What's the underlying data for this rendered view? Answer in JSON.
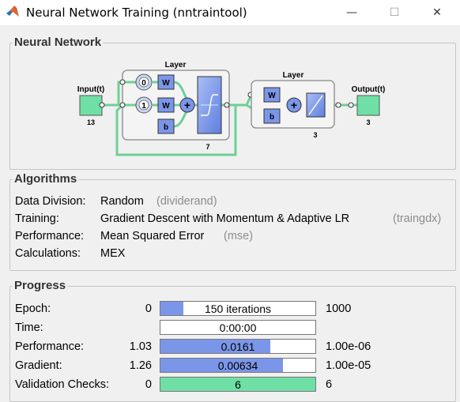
{
  "window": {
    "title": "Neural Network Training (nntraintool)",
    "minimize_glyph": "—",
    "maximize_glyph": "☐",
    "close_glyph": "✕",
    "icon": "matlab-logo-icon"
  },
  "network": {
    "section_title": "Neural Network",
    "input_label": "Input(t)",
    "input_size": "13",
    "hidden": {
      "title": "Layer",
      "delay0": "0",
      "delay1": "1",
      "w": "W",
      "b": "b",
      "size": "7"
    },
    "output_layer": {
      "title": "Layer",
      "w": "W",
      "b": "b",
      "size": "3"
    },
    "output_label": "Output(t)",
    "output_size": "3"
  },
  "algorithms": {
    "section_title": "Algorithms",
    "rows": [
      {
        "label": "Data Division:",
        "value": "Random",
        "fn": "(dividerand)"
      },
      {
        "label": "Training:",
        "value": "Gradient Descent with Momentum & Adaptive LR",
        "fn": "(traingdx)"
      },
      {
        "label": "Performance:",
        "value": "Mean Squared Error",
        "fn": "(mse)"
      },
      {
        "label": "Calculations:",
        "value": "MEX",
        "fn": ""
      }
    ]
  },
  "progress": {
    "section_title": "Progress",
    "rows": [
      {
        "label": "Epoch:",
        "start": "0",
        "bar_text": "150 iterations",
        "end": "1000",
        "fill_fraction": 0.15,
        "fill_color": "#7b96e8"
      },
      {
        "label": "Time:",
        "start": "",
        "bar_text": "0:00:00",
        "end": "",
        "fill_fraction": 0,
        "fill_color": "#7b96e8"
      },
      {
        "label": "Performance:",
        "start": "1.03",
        "bar_text": "0.0161",
        "end": "1.00e-06",
        "fill_fraction": 0.71,
        "fill_color": "#7b96e8"
      },
      {
        "label": "Gradient:",
        "start": "1.26",
        "bar_text": "0.00634",
        "end": "1.00e-05",
        "fill_fraction": 0.79,
        "fill_color": "#7b96e8"
      },
      {
        "label": "Validation Checks:",
        "start": "0",
        "bar_text": "6",
        "end": "6",
        "fill_fraction": 1.0,
        "fill_color": "#6fdfa6"
      }
    ]
  }
}
